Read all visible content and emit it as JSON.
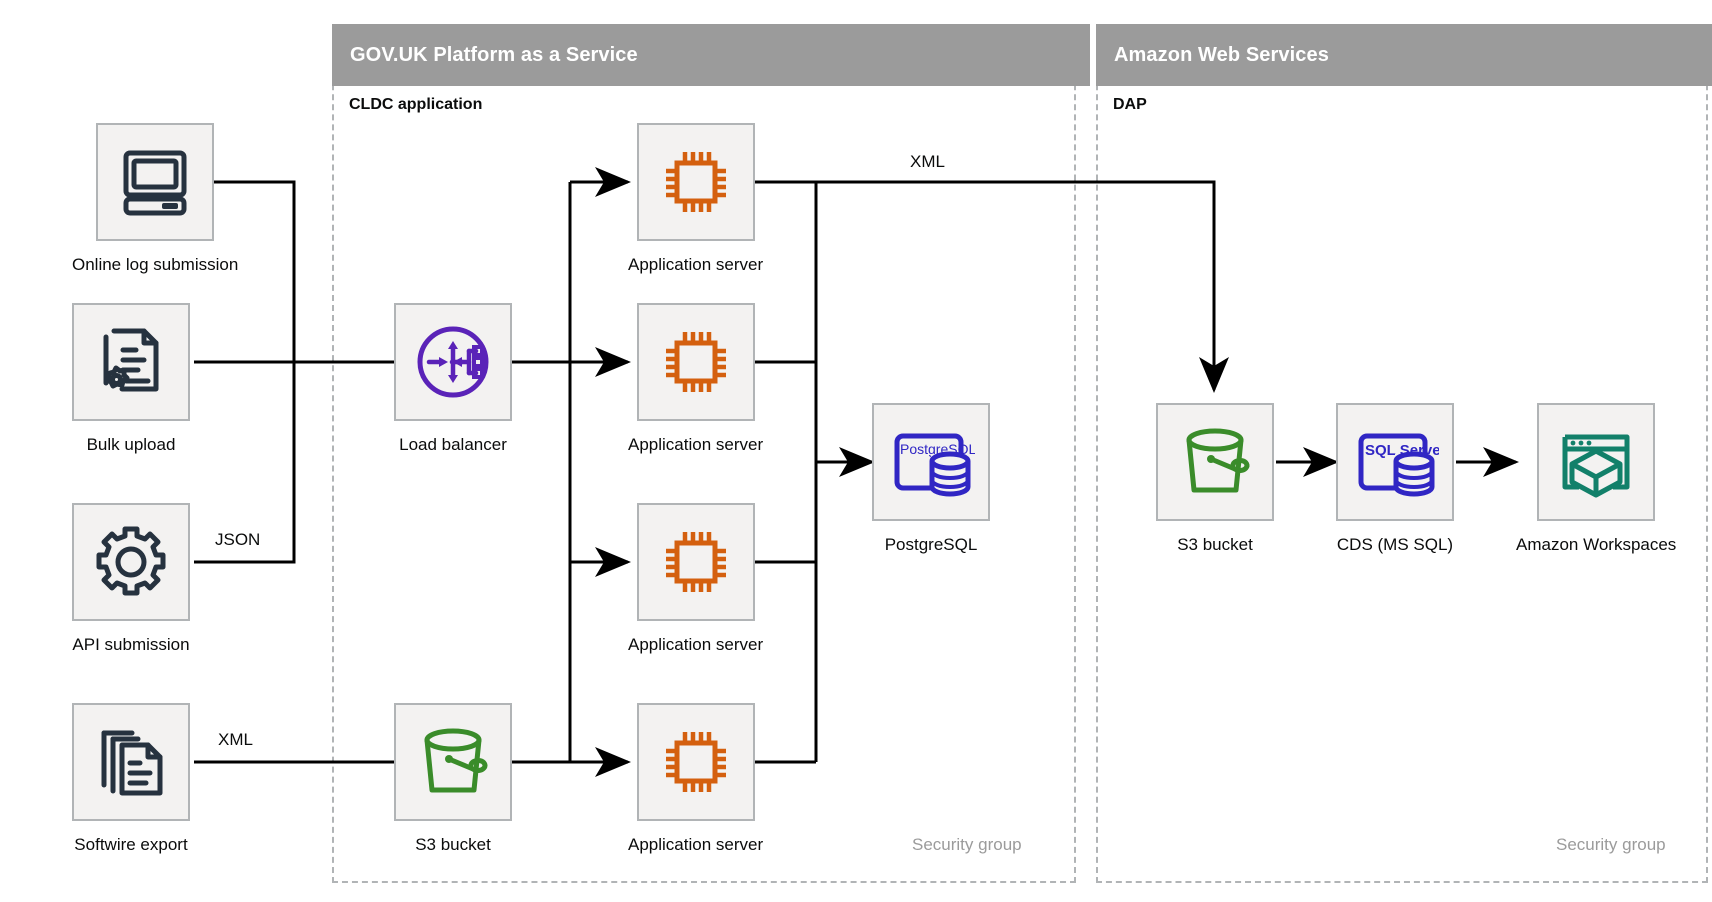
{
  "groups": [
    {
      "id": "paas",
      "title": "GOV.UK Platform as a Service",
      "subtitle": "CLDC application",
      "footer": "Security group"
    },
    {
      "id": "aws",
      "title": "Amazon Web Services",
      "subtitle": "DAP",
      "footer": "Security group"
    }
  ],
  "nodes": {
    "online_log": {
      "label": "Online log submission",
      "icon": "desktop-computer-icon"
    },
    "bulk_upload": {
      "label": "Bulk upload",
      "icon": "document-gear-icon"
    },
    "api_submission": {
      "label": "API submission",
      "icon": "gear-icon"
    },
    "softwire_export": {
      "label": "Softwire export",
      "icon": "documents-stack-icon"
    },
    "load_balancer": {
      "label": "Load balancer",
      "icon": "load-balancer-icon"
    },
    "app_server_1": {
      "label": "Application server",
      "icon": "cpu-chip-icon"
    },
    "app_server_2": {
      "label": "Application server",
      "icon": "cpu-chip-icon"
    },
    "app_server_3": {
      "label": "Application server",
      "icon": "cpu-chip-icon"
    },
    "app_server_4": {
      "label": "Application server",
      "icon": "cpu-chip-icon"
    },
    "postgresql": {
      "label": "PostgreSQL",
      "icon": "postgresql-database-icon",
      "badge": "PostgreSQL"
    },
    "s3_paas": {
      "label": "S3 bucket",
      "icon": "s3-bucket-icon"
    },
    "s3_aws": {
      "label": "S3 bucket",
      "icon": "s3-bucket-icon"
    },
    "cds": {
      "label": "CDS (MS SQL)",
      "icon": "sql-server-database-icon",
      "badge": "SQL Server"
    },
    "workspaces": {
      "label": "Amazon Workspaces",
      "icon": "amazon-workspaces-icon"
    }
  },
  "edge_labels": {
    "api_to_lb": "JSON",
    "softwire_to_s3": "XML",
    "app_to_s3aws": "XML"
  },
  "colors": {
    "header_grey": "#9b9b9b",
    "tile_fill": "#f3f2f1",
    "tile_border": "#b1b4b6",
    "dashed_border": "#b1b4b6",
    "icon_navy": "#26323f",
    "icon_purple": "#5a23b8",
    "icon_orange": "#d4600f",
    "icon_green": "#3a8c2a",
    "icon_blue": "#3026c4",
    "icon_teal": "#12806a",
    "line_black": "#000000",
    "muted_text": "#9b9b9b"
  }
}
